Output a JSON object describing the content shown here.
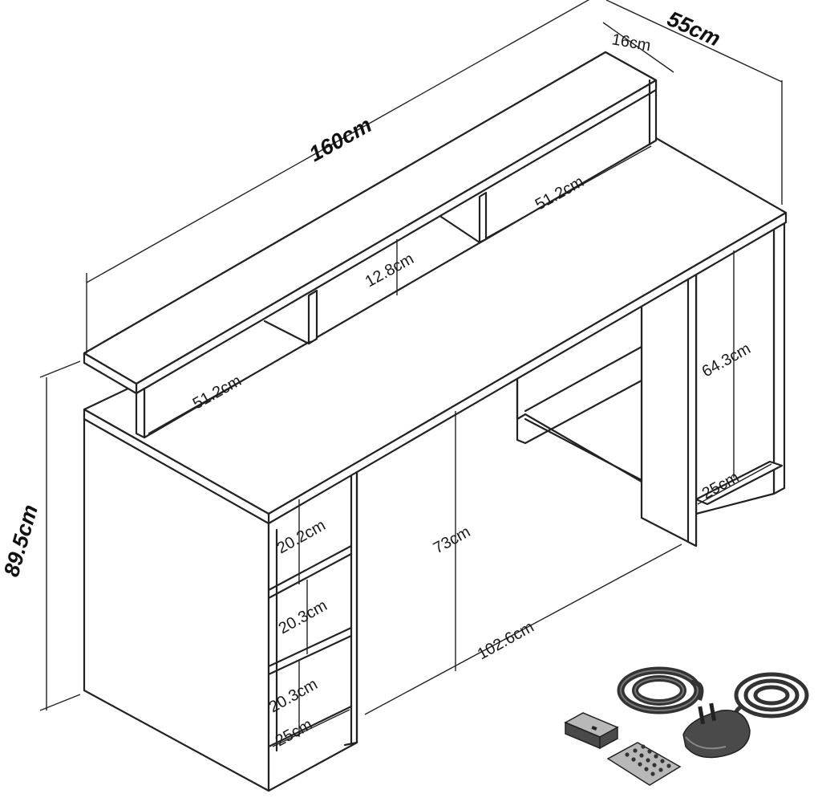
{
  "dimensions": {
    "width": "160cm",
    "depth": "55cm",
    "height": "89.5cm",
    "hutch_depth": "16cm",
    "hutch_left_width": "51.2cm",
    "hutch_right_width": "51.2cm",
    "hutch_height": "12.8cm",
    "right_leg_height": "64.3cm",
    "right_shelf_depth": "25cm",
    "knee_height": "73cm",
    "knee_width": "102.6cm",
    "shelf_1": "20.2cm",
    "shelf_2": "20.3cm",
    "shelf_3": "20.3cm",
    "left_shelf_depth": "25cm"
  },
  "colors": {
    "line": "#222222",
    "accessory": "#4a4a4a"
  },
  "accessories": [
    "led-strip-icon",
    "controller-box-icon",
    "remote-control-icon",
    "power-adapter-icon"
  ]
}
